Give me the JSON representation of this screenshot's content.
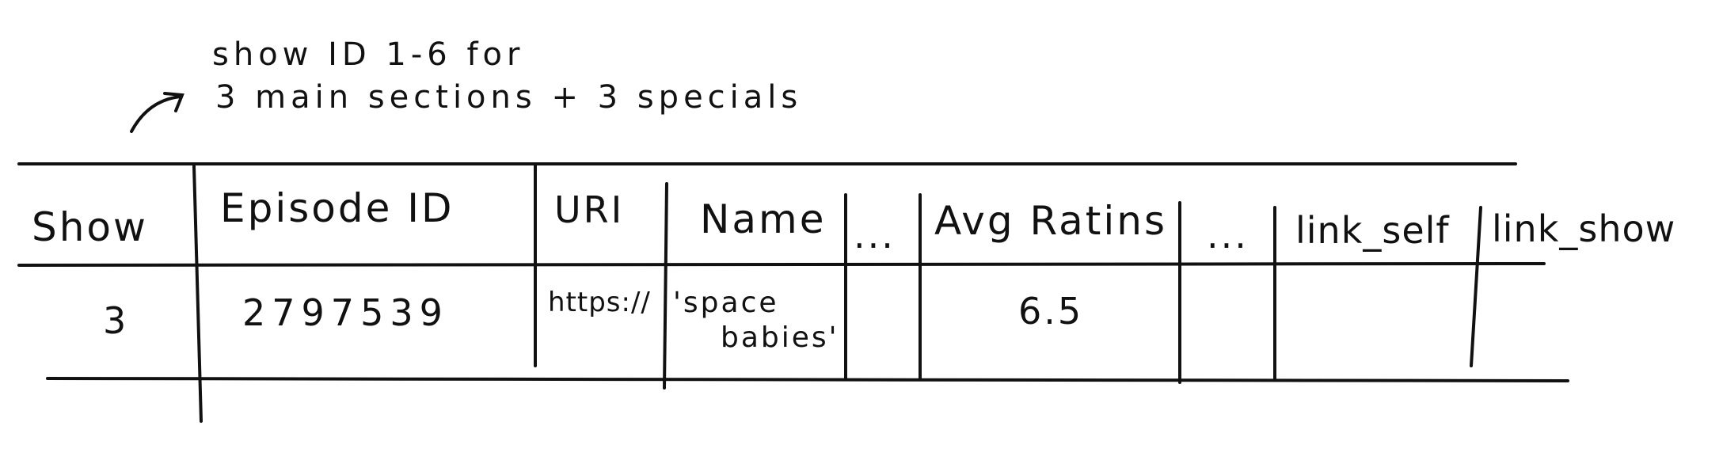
{
  "annotation": {
    "line1": "show ID 1-6 for",
    "line2": "3 main sections + 3 specials"
  },
  "table": {
    "headers": [
      "Show",
      "Episode ID",
      "URI",
      "Name",
      "...",
      "Avg Ratins",
      "...",
      "link_self",
      "link_show"
    ],
    "row": {
      "show": "3",
      "episode_id": "2797539",
      "uri": "https://",
      "name_line1": "'space",
      "name_line2": "babies'",
      "ellipsis_1": "",
      "avg_rating": "6.5",
      "ellipsis_2": "",
      "link_self": "",
      "link_show": ""
    }
  }
}
